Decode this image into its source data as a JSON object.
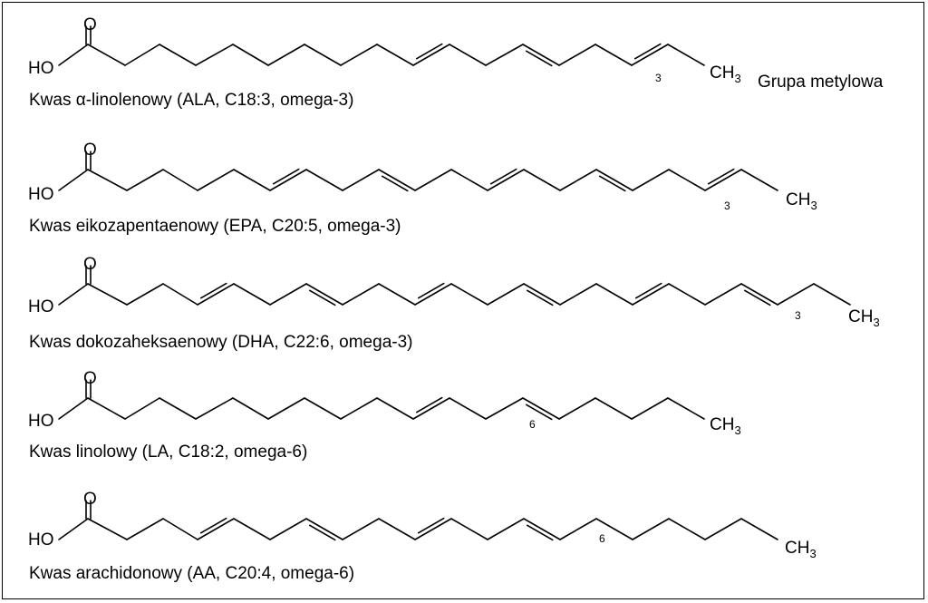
{
  "molecules": [
    {
      "caption": "Kwas α-linolenowy (ALA, C18:3, omega-3)",
      "head": "HO",
      "oxygen": "O",
      "tail": "CH",
      "tail_sub": "3",
      "position_label": "3"
    },
    {
      "caption": "Kwas eikozapentaenowy (EPA, C20:5, omega-3)",
      "head": "HO",
      "oxygen": "O",
      "tail": "CH",
      "tail_sub": "3",
      "position_label": "3"
    },
    {
      "caption": "Kwas dokozaheksaenowy (DHA, C22:6, omega-3)",
      "head": "HO",
      "oxygen": "O",
      "tail": "CH",
      "tail_sub": "3",
      "position_label": "3"
    },
    {
      "caption": "Kwas linolowy (LA, C18:2, omega-6)",
      "head": "HO",
      "oxygen": "O",
      "tail": "CH",
      "tail_sub": "3",
      "position_label": "6"
    },
    {
      "caption": "Kwas arachidonowy (AA, C20:4, omega-6)",
      "head": "HO",
      "oxygen": "O",
      "tail": "CH",
      "tail_sub": "3",
      "position_label": "6"
    }
  ],
  "annotation": "Grupa metylowa"
}
